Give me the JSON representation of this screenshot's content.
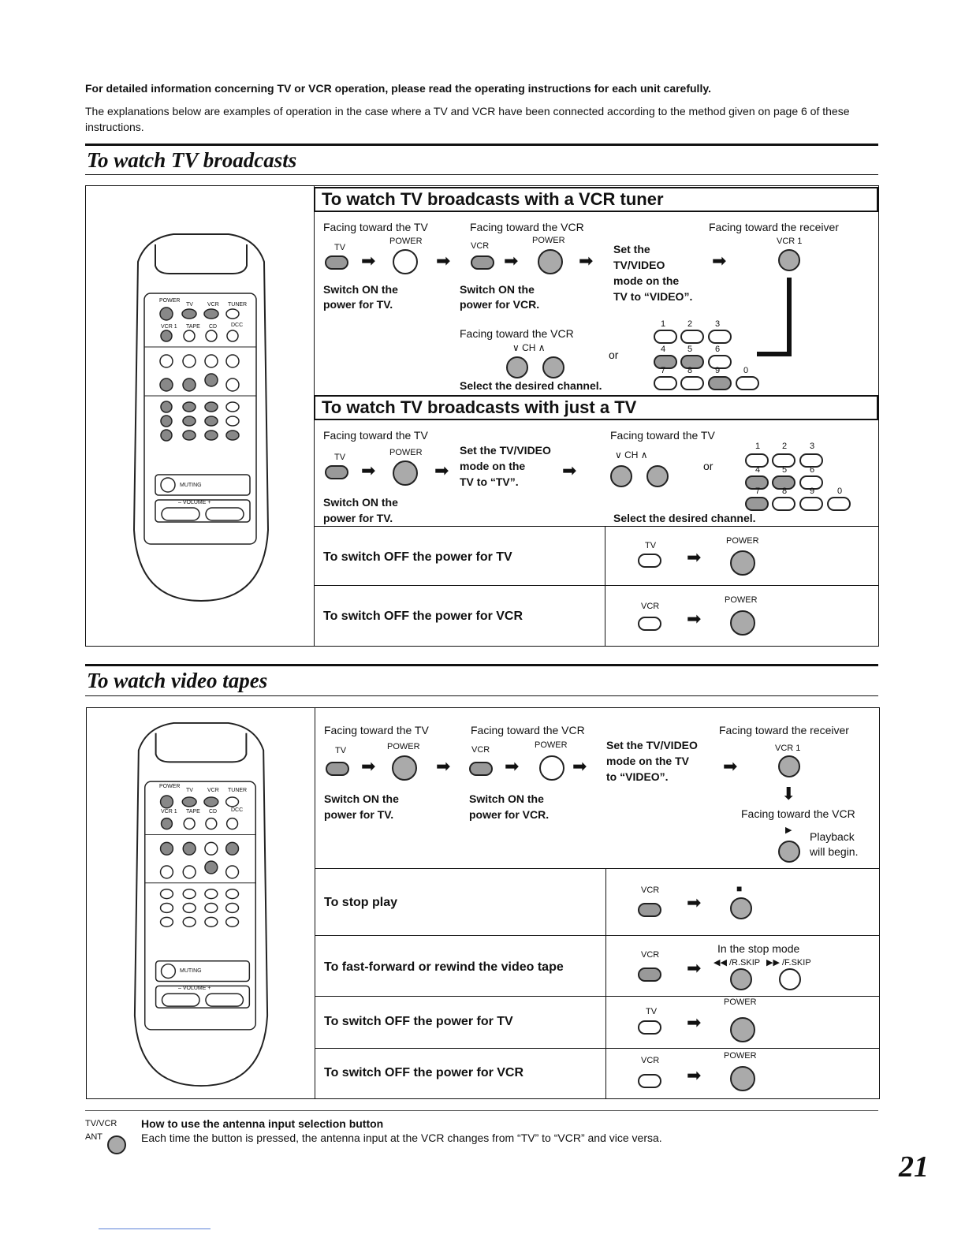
{
  "intro": {
    "bold": "For detailed information concerning TV or VCR operation, please read the operating instructions for each unit carefully.",
    "text": "The explanations below are examples of operation in the case where a TV and VCR have been connected according to the method given on page 6 of these instructions."
  },
  "section1": {
    "title": "To watch TV broadcasts",
    "vcr_tuner": {
      "title": "To watch TV broadcasts with a VCR tuner",
      "facing_tv": "Facing toward the TV",
      "facing_vcr": "Facing toward the VCR",
      "facing_receiver": "Facing toward the receiver",
      "tv": "TV",
      "power": "POWER",
      "vcr": "VCR",
      "vcr1": "VCR 1",
      "switch_on_tv": [
        "Switch ON the",
        "power for TV."
      ],
      "switch_on_vcr": [
        "Switch ON the",
        "power for VCR."
      ],
      "set_tvvideo": [
        "Set the",
        "TV/VIDEO",
        "mode on the",
        "TV to “VIDEO”."
      ],
      "facing_vcr2": "Facing toward the VCR",
      "ch": "∨  CH  ∧",
      "or": "or",
      "select_channel": "Select the desired channel.",
      "digits": [
        "1",
        "2",
        "3",
        "4",
        "5",
        "6",
        "7",
        "8",
        "9",
        "0"
      ]
    },
    "just_tv": {
      "title": "To watch TV broadcasts with just a TV",
      "facing_tv": "Facing toward the TV",
      "facing_tv2": "Facing toward the TV",
      "tv": "TV",
      "power": "POWER",
      "set_tvvideo": [
        "Set the TV/VIDEO",
        "mode on the",
        "TV to “TV”."
      ],
      "switch_on_tv": [
        "Switch ON the",
        "power for TV."
      ],
      "ch": "∨  CH  ∧",
      "or": "or",
      "select_channel": "Select the desired channel."
    },
    "rows": [
      {
        "label": "To switch OFF the power for TV",
        "device": "TV",
        "power": "POWER"
      },
      {
        "label": "To switch OFF the power for VCR",
        "device": "VCR",
        "power": "POWER"
      }
    ]
  },
  "section2": {
    "title": "To watch video tapes",
    "facing_tv": "Facing toward the TV",
    "facing_vcr": "Facing toward the VCR",
    "facing_receiver": "Facing toward the receiver",
    "tv": "TV",
    "power": "POWER",
    "vcr": "VCR",
    "vcr1": "VCR 1",
    "switch_on_tv": [
      "Switch ON the",
      "power for TV."
    ],
    "switch_on_vcr": [
      "Switch ON the",
      "power for VCR."
    ],
    "set_tvvideo": [
      "Set the TV/VIDEO",
      "mode on the TV",
      "to “VIDEO”."
    ],
    "facing_vcr2": "Facing toward the VCR",
    "playback": [
      "Playback",
      "will begin."
    ],
    "rows": [
      {
        "label": "To stop play",
        "device": "VCR",
        "extra": "■"
      },
      {
        "label": "To fast-forward or rewind the video tape",
        "device": "VCR",
        "extra": "In the stop mode",
        "rskip": "◀◀ /R.SKIP",
        "fskip": "▶▶ /F.SKIP"
      },
      {
        "label": "To switch OFF the power for TV",
        "device": "TV",
        "extra": "POWER"
      },
      {
        "label": "To switch OFF the power for VCR",
        "device": "VCR",
        "extra": "POWER"
      }
    ]
  },
  "remote": {
    "power": "POWER",
    "tv": "TV",
    "vcr": "VCR",
    "tuner": "TUNER",
    "vcr1": "VCR 1",
    "tape": "TAPE",
    "cd": "CD",
    "dcc": "DCC",
    "muting": "MUTING",
    "volume": "–   VOLUME   +"
  },
  "footnote": {
    "tvvcr": "TV/VCR",
    "ant": "ANT",
    "title": "How to use the antenna input selection button",
    "text": "Each time the button is pressed, the antenna input at the VCR changes from “TV” to “VCR” and vice versa."
  },
  "page_number": "21"
}
